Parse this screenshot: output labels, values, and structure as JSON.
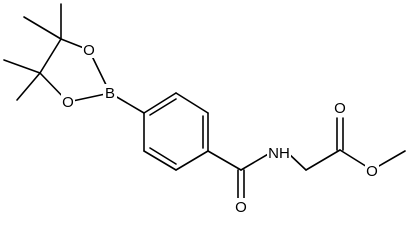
{
  "molecule": {
    "atom_labels": {
      "boron": "B",
      "ring_oxygen_upper": "O",
      "ring_oxygen_lower": "O",
      "amide_oxygen": "O",
      "amide_nitrogen": "NH",
      "ester_carbonyl_oxygen": "O",
      "ester_ether_oxygen": "O"
    }
  }
}
